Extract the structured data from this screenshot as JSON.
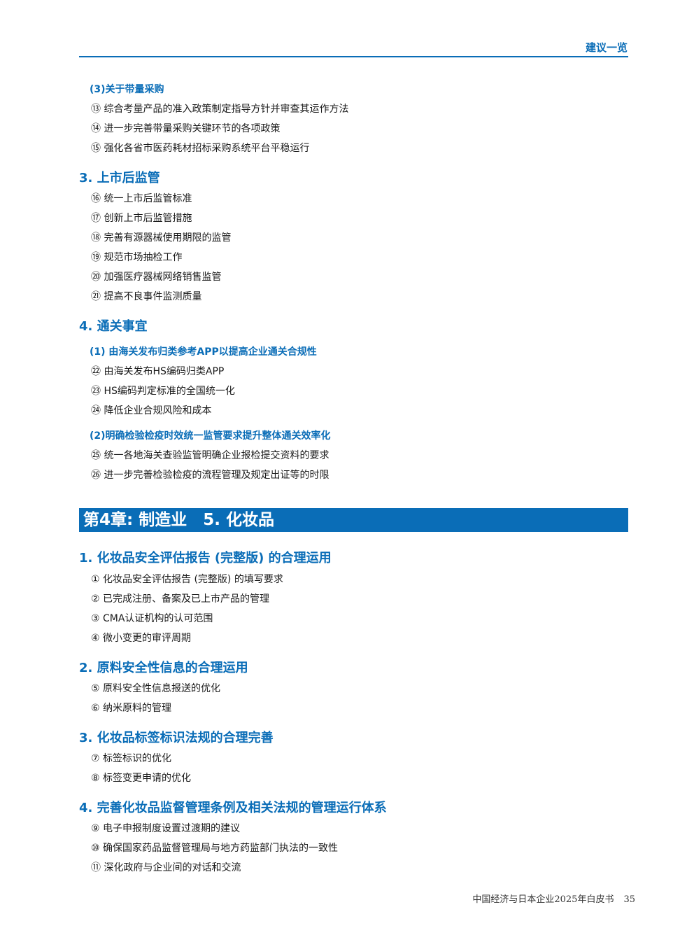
{
  "header": {
    "label": "建议一览"
  },
  "part1": {
    "sub3": {
      "title": "(3)关于带量采购",
      "items": [
        "⑬ 综合考量产品的准入政策制定指导方针并审查其运作方法",
        "⑭ 进一步完善带量采购关键环节的各项政策",
        "⑮ 强化各省市医药耗材招标采购系统平台平稳运行"
      ]
    },
    "sec3": {
      "title": "3. 上市后监管",
      "items": [
        "⑯ 统一上市后监管标准",
        "⑰ 创新上市后监管措施",
        "⑱ 完善有源器械使用期限的监管",
        "⑲ 规范市场抽检工作",
        "⑳ 加强医疗器械网络销售监管",
        "㉑ 提高不良事件监测质量"
      ]
    },
    "sec4": {
      "title": "4. 通关事宜",
      "sub1": {
        "title": "(1) 由海关发布归类参考APP以提高企业通关合规性",
        "items": [
          "㉒ 由海关发布HS编码归类APP",
          "㉓ HS编码判定标准的全国统一化",
          "㉔ 降低企业合规风险和成本"
        ]
      },
      "sub2": {
        "title": "(2)明确检验检疫时效统一监管要求提升整体通关效率化",
        "items": [
          "㉕ 统一各地海关查验监管明确企业报检提交资料的要求",
          "㉖ 进一步完善检验检疫的流程管理及规定出证等的时限"
        ]
      }
    }
  },
  "banner": {
    "title": "第4章: 制造业　5. 化妆品"
  },
  "part2": {
    "sec1": {
      "title": "1. 化妆品安全评估报告 (完整版) 的合理运用",
      "items": [
        "① 化妆品安全评估报告 (完整版) 的填写要求",
        "② 已完成注册、备案及已上市产品的管理",
        "③ CMA认证机构的认可范围",
        "④ 微小变更的审评周期"
      ]
    },
    "sec2": {
      "title": "2. 原料安全性信息的合理运用",
      "items": [
        "⑤ 原料安全性信息报送的优化",
        "⑥ 纳米原料的管理"
      ]
    },
    "sec3": {
      "title": "3. 化妆品标签标识法规的合理完善",
      "items": [
        "⑦ 标签标识的优化",
        "⑧ 标签变更申请的优化"
      ]
    },
    "sec4": {
      "title": "4. 完善化妆品监督管理条例及相关法规的管理运行体系",
      "items": [
        "⑨ 电子申报制度设置过渡期的建议",
        "⑩ 确保国家药品监督管理局与地方药监部门执法的一致性",
        "⑪ 深化政府与企业间的对话和交流"
      ]
    }
  },
  "footer": {
    "text": "中国经济与日本企业2025年白皮书",
    "page": "35"
  },
  "colors": {
    "accent": "#0a6db7",
    "text": "#1a1a1a"
  }
}
